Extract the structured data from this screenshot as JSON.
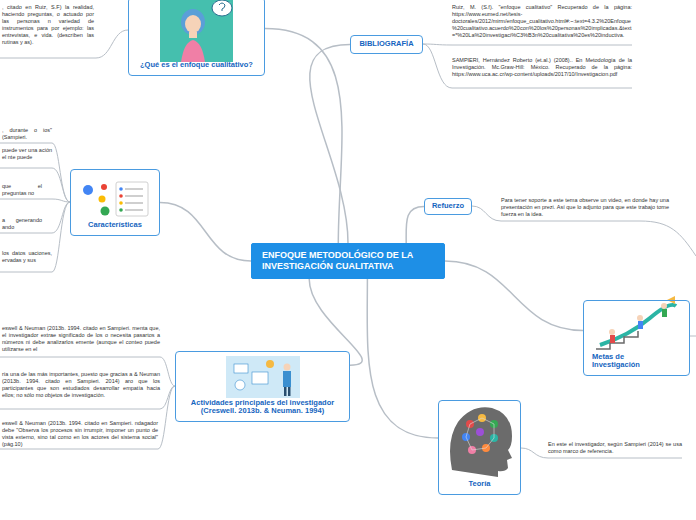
{
  "diagram": {
    "nodes": [
      {
        "text": [
          "ENFOQUE METODOLÓGICO DE LA INVESTIGACIÓN CUALITATIVA"
        ]
      },
      {
        "text": [
          "¿Qué es el enfoque cualitativo?"
        ]
      },
      {
        "text": [
          "BIBLIOGRAFÍA"
        ]
      },
      {
        "text": [
          "Características"
        ]
      },
      {
        "text": [
          "Refuerzo"
        ]
      },
      {
        "text": [
          "Metas de Investigación"
        ]
      },
      {
        "text": [
          "Actividades principales del investigador (Creswell. 2013b. & Neuman. 1994)"
        ]
      },
      {
        "text": [
          "Teoría"
        ]
      }
    ],
    "edges": [
      {
        "from": 0,
        "to": 1,
        "arrow": "none"
      },
      {
        "from": 0,
        "to": 2,
        "arrow": "none"
      },
      {
        "from": 0,
        "to": 3,
        "arrow": "none"
      },
      {
        "from": 0,
        "to": 4,
        "arrow": "none"
      },
      {
        "from": 0,
        "to": 5,
        "arrow": "none"
      },
      {
        "from": 0,
        "to": 6,
        "arrow": "none"
      },
      {
        "from": 0,
        "to": 7,
        "arrow": "none"
      }
    ],
    "labels": [
      ", citado en Ruiz, S.F) la realidad, haciendo preguntas, o actuado por las personas n variedad de instrumentos para por ejemplo: las entrevistas, e vida. (describen las rutinas y as).",
      "Ruiz, M. (S.f). \"enfoque cualitativo\" Recuperado de la página: https://www.eumed.net/tesis-doctorales/2012/mirm/enfoque_cualitativo.html#:~:text=4.3.2%20Enfoque%20cualitativo.acuerdo%20con%20los%20personas%20implicadas.&text=*%20La%20investigaci%C3%B3n%20cualitativa%20es%20inductiva.",
      "SAMPIERI, Hernández Roberto (et.al.) (2008).. En Metodología de la Investigación. Mc.Graw-Hill: México. Recuperado de la página: https://www.uca.ac.cr/wp-content/uploads/2017/10/Investigacion.pdf",
      ", durante o ios\" (Sampieri.",
      "puede ver una ación el nte puede",
      "que el preguntas no",
      "Para tener soporte a este tema observe un video, en donde hay una presentación en prezi. Así que lo adjunto para que este trabajo tome fuerza en la idea.",
      "a generando ando",
      "los datos uaciones, ervadas y sus",
      "eswell & Neuman (2013b. 1994. citado en Sampieri. menta que, el investigador extrae significado de los o necesita pasartos a números ni debe analizarlos emente (aunque el conteo puede utilizarse en el",
      "ría una de las más importantes, puesto que gracias a & Neuman (2013b. 1994. citado en Sampieri. 2014) aro que los participantes que son estudiados desarrollar empatía hacia ellos; no sólo mo objetos de investigación.",
      "eswell & Neuman (2013b. 1994. citado en Sampieri. ndagador debe \"Observa los procesos sin irrumpir, imponer un punto de vista externo, sino tal como en los actores del sistema social\" (pág.10)",
      "En este el investigador, según Sampieri (2014) se usa como marco de referencia."
    ]
  }
}
